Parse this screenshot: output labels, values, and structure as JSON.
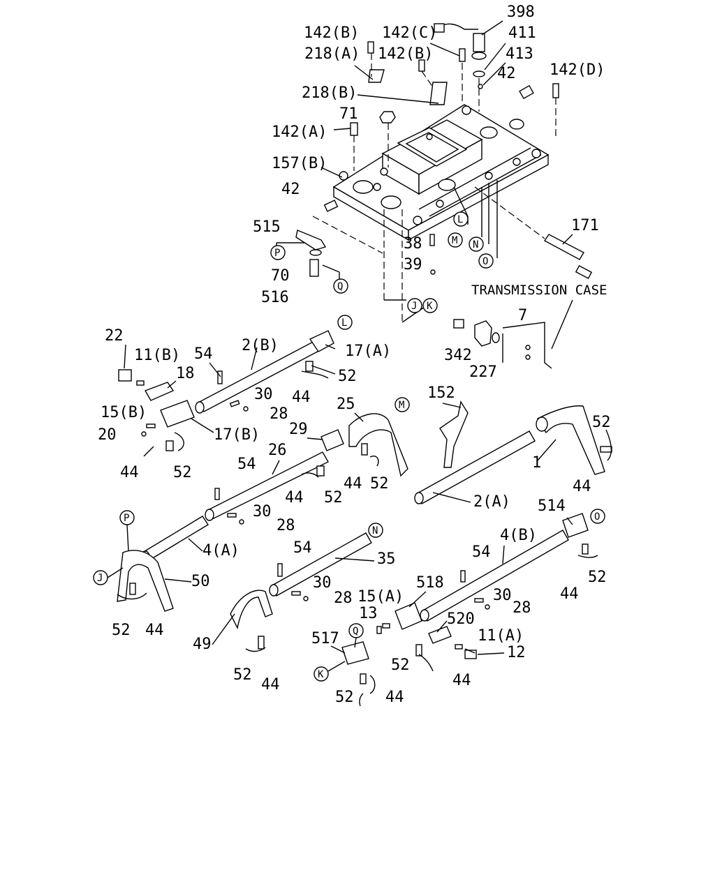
{
  "diagram": {
    "labels": {
      "p398": "398",
      "p142b_1": "142(B)",
      "p142c": "142(C)",
      "p411": "411",
      "p218a": "218(A)",
      "p142b_2": "142(B)",
      "p413": "413",
      "p42_1": "42",
      "p142d": "142(D)",
      "p218b": "218(B)",
      "p71": "71",
      "p142a": "142(A)",
      "p157b": "157(B)",
      "p42_2": "42",
      "p515": "515",
      "p171": "171",
      "p38": "38",
      "p39": "39",
      "p70": "70",
      "p516": "516",
      "transmission_case": "TRANSMISSION CASE",
      "p7": "7",
      "p342": "342",
      "p227": "227",
      "p22": "22",
      "p11b": "11(B)",
      "p54_1": "54",
      "p2b": "2(B)",
      "p17a": "17(A)",
      "p18": "18",
      "p52_1": "52",
      "p30_1": "30",
      "p44_1": "44",
      "p28_1": "28",
      "p15b": "15(B)",
      "p20": "20",
      "p17b": "17(B)",
      "p25": "25",
      "p152": "152",
      "p52_2": "52",
      "p29": "29",
      "p1": "1",
      "p44_2": "44",
      "p52_3": "52",
      "p54_2": "54",
      "p26": "26",
      "p44_3": "44",
      "p52_4": "52",
      "p44_4": "44",
      "p52_5": "52",
      "p2a": "2(A)",
      "p30_2": "30",
      "p28_2": "28",
      "p514": "514",
      "p4b": "4(B)",
      "p4a": "4(A)",
      "p54_3": "54",
      "p35": "35",
      "p54_4": "54",
      "p52_6": "52",
      "p50": "50",
      "p30_3": "30",
      "p28_3": "28",
      "p518": "518",
      "p15a": "15(A)",
      "p30_4": "30",
      "p28_4": "28",
      "p44_5": "44",
      "p52_7": "52",
      "p44_6": "44",
      "p13": "13",
      "p520": "520",
      "p49": "49",
      "p517": "517",
      "p11a": "11(A)",
      "p12": "12",
      "p52_8": "52",
      "p44_7": "44",
      "p52_9": "52",
      "p44_8": "44",
      "p52_10": "52",
      "p44_9": "44"
    },
    "refs": {
      "L_1": "L",
      "M_1": "M",
      "N_1": "N",
      "O_1": "O",
      "P_1": "P",
      "Q_1": "Q",
      "J_1": "J",
      "K_1": "K",
      "L_2": "L",
      "M_2": "M",
      "P_2": "P",
      "J_2": "J",
      "N_2": "N",
      "O_2": "O",
      "Q_2": "Q",
      "K_2": "K"
    }
  }
}
